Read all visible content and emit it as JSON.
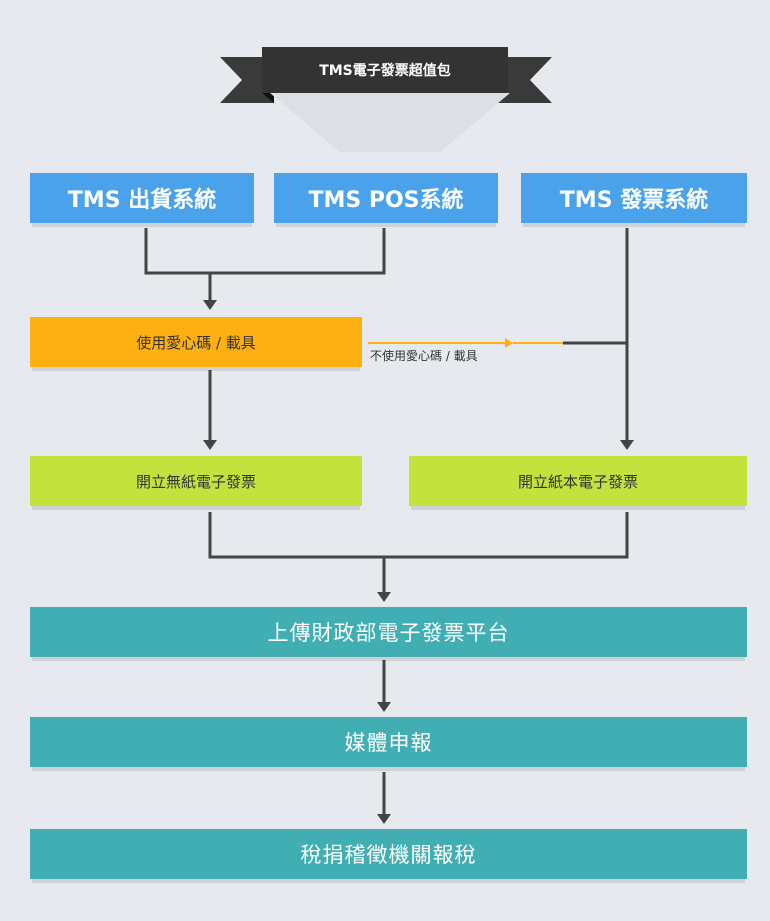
{
  "banner": {
    "title": "TMS電子發票超值包"
  },
  "sources": [
    {
      "label": "TMS 出貨系統"
    },
    {
      "label": "TMS POS系統"
    },
    {
      "label": "TMS 發票系統"
    }
  ],
  "decision": {
    "yes_label": "使用愛心碼 / 載具",
    "no_label": "不使用愛心碼 / 載具"
  },
  "outputs": [
    {
      "label": "開立無紙電子發票"
    },
    {
      "label": "開立紙本電子發票"
    }
  ],
  "steps": [
    {
      "label": "上傳財政部電子發票平台"
    },
    {
      "label": "媒體申報"
    },
    {
      "label": "稅捐稽徵機關報稅"
    }
  ],
  "colors": {
    "source": "#4aa3ea",
    "decision": "#fdb012",
    "output": "#c3e23e",
    "step": "#41aeb4",
    "connector": "#444444",
    "no_arrow": "#fdb012"
  }
}
